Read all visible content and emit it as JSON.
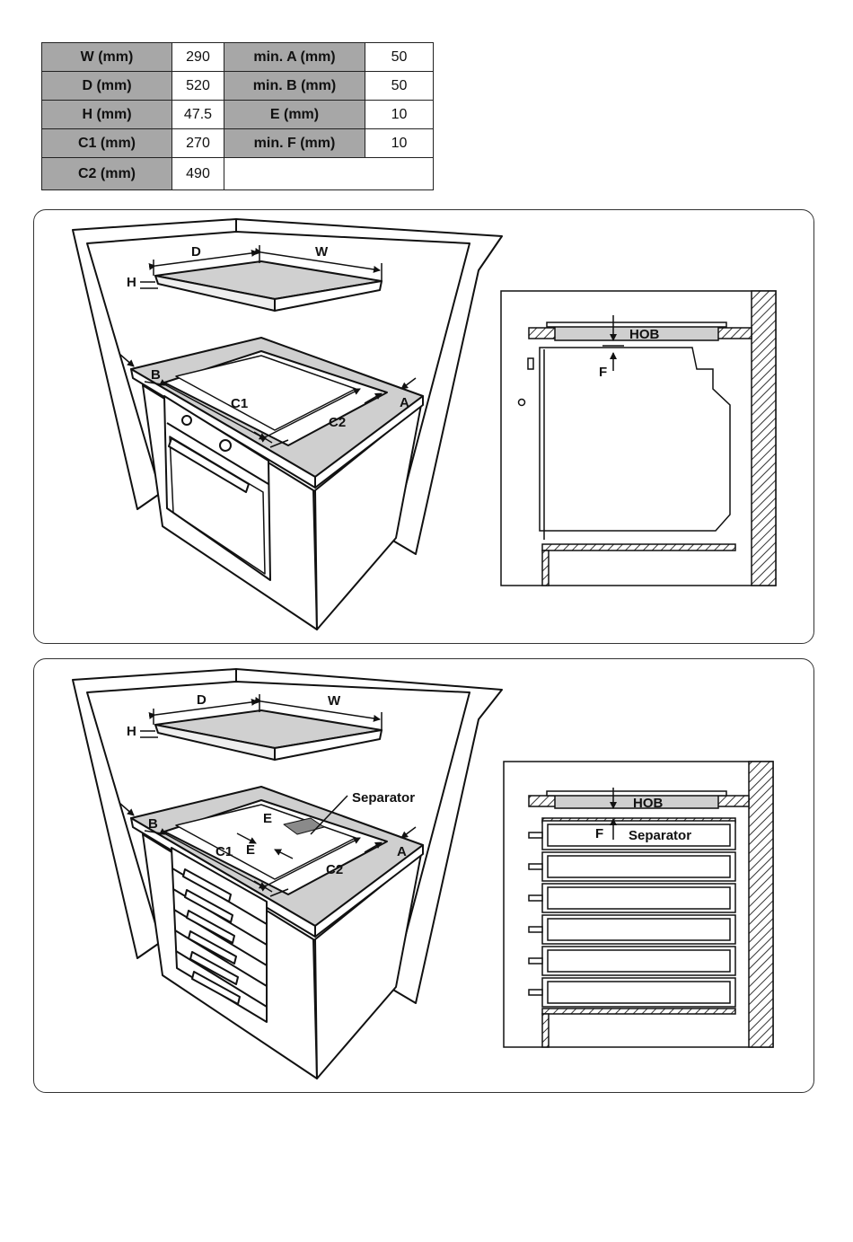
{
  "spec_table": {
    "rows": [
      [
        {
          "label": "W (mm)",
          "value": "290"
        },
        {
          "label": "min. A (mm)",
          "value": "50"
        }
      ],
      [
        {
          "label": "D (mm)",
          "value": "520"
        },
        {
          "label": "min. B (mm)",
          "value": "50"
        }
      ],
      [
        {
          "label": "H (mm)",
          "value": "47.5"
        },
        {
          "label": "E (mm)",
          "value": "10"
        }
      ],
      [
        {
          "label": "C1 (mm)",
          "value": "270"
        },
        {
          "label": "min. F (mm)",
          "value": "10"
        }
      ],
      [
        {
          "label": "C2 (mm)",
          "value": "490"
        }
      ]
    ]
  },
  "panel_oven": {
    "labels": {
      "d": "D",
      "w": "W",
      "h": "H",
      "b": "B",
      "a": "A",
      "c1": "C1",
      "c2": "C2"
    },
    "section_labels": {
      "hob": "HOB",
      "f": "F"
    }
  },
  "panel_drawers": {
    "labels": {
      "d": "D",
      "w": "W",
      "h": "H",
      "b": "B",
      "a": "A",
      "c1": "C1",
      "c2": "C2",
      "e_top": "E",
      "e_bottom": "E",
      "separator": "Separator"
    },
    "section_labels": {
      "hob": "HOB",
      "f": "F",
      "separator": "Separator"
    }
  }
}
